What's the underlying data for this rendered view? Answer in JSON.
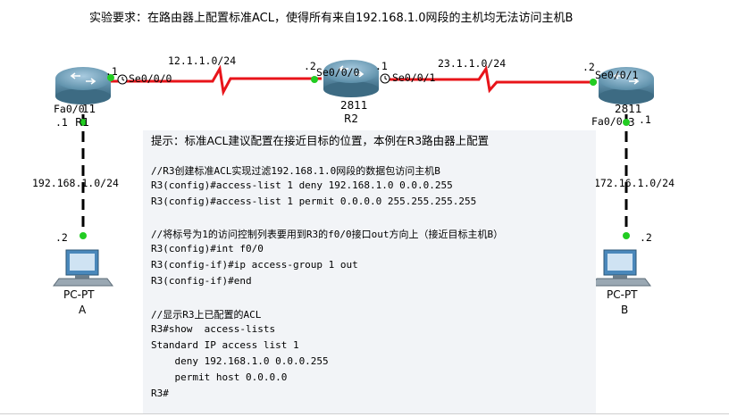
{
  "title": "实验要求：在路由器上配置标准ACL，使得所有来自192.168.1.0网段的主机均无法访问主机B",
  "colors": {
    "link_red": "#e8141a",
    "link_black": "#000000",
    "port_green": "#22cc22",
    "router_body": "#6c9fb8",
    "pc_body": "#4a88bb"
  },
  "networks": {
    "r1_r2": "12.1.1.0/24",
    "r2_r3": "23.1.1.0/24",
    "lan_a": "192.168.1.0/24",
    "lan_b": "172.16.1.0/24"
  },
  "ports": {
    "r1_se_host": ".1",
    "r1_se": "Se0/0/0",
    "r2_left_host": ".2",
    "r2_left": "Se0/0/0",
    "r2_right_host": ".1",
    "r2_right": "Se0/0/1",
    "r3_se_host": ".2",
    "r3_se": "Se0/0/1",
    "r1_fa": "Fa0/0",
    "r1_fa_host": ".1",
    "r3_fa": "Fa0/0",
    "r3_fa_host": ".1",
    "pc_a_host": ".2",
    "pc_b_host": ".2"
  },
  "devices": {
    "r1_model": "11",
    "r1_name": "R1",
    "r2_model": "2811",
    "r2_name": "R2",
    "r3_model": "2811",
    "r3_name": "3",
    "pc_a_type": "PC-PT",
    "pc_a_name": "A",
    "pc_b_type": "PC-PT",
    "pc_b_name": "B"
  },
  "notes": {
    "hint": "提示：标准ACL建议配置在接近目标的位置，本例在R3路由器上配置",
    "lines": [
      "//R3创建标准ACL实现过滤192.168.1.0网段的数据包访问主机B",
      "R3(config)#access-list 1 deny 192.168.1.0 0.0.0.255",
      "R3(config)#access-list 1 permit 0.0.0.0 255.255.255.255",
      "//将标号为1的访问控制列表要用到R3的f0/0接口out方向上（接近目标主机B）",
      "R3(config)#int f0/0",
      "R3(config-if)#ip access-group 1 out",
      "R3(config-if)#end",
      "//显示R3上已配置的ACL",
      "R3#show  access-lists",
      "Standard IP access list 1",
      "    deny 192.168.1.0 0.0.0.255",
      "    permit host 0.0.0.0",
      "R3#"
    ]
  }
}
